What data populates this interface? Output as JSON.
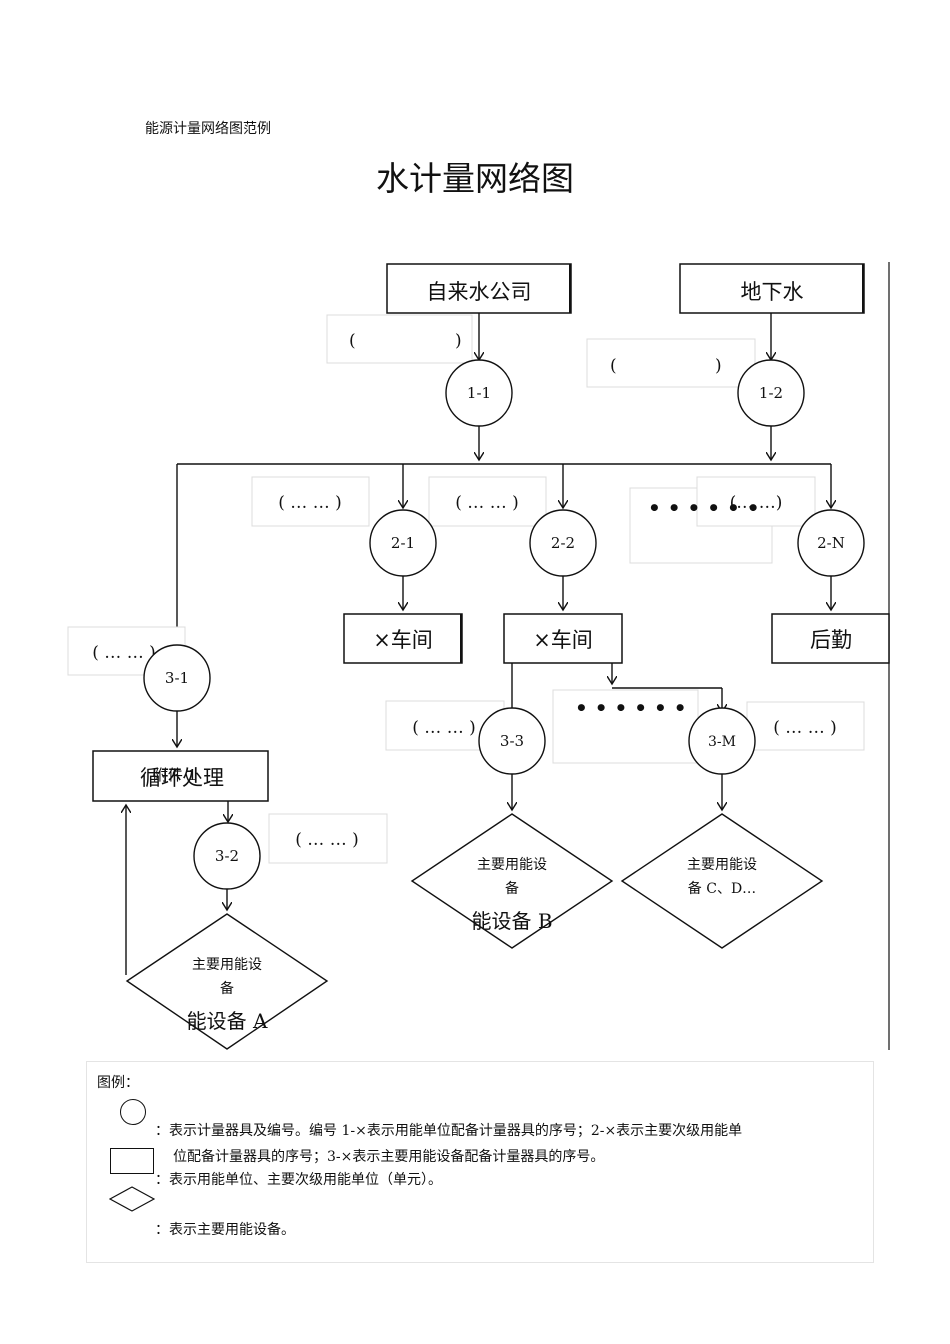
{
  "header": {
    "subtitle": "能源计量网络图范例",
    "title": "水计量网络图"
  },
  "sources": {
    "tap_water": "自来水公司",
    "groundwater": "地下水"
  },
  "meters": {
    "m1_1": "1-1",
    "m1_2": "1-2",
    "m2_1": "2-1",
    "m2_2": "2-2",
    "m2_n": "2-N",
    "m3_1": "3-1",
    "m3_2": "3-2",
    "m3_3": "3-3",
    "m3_m": "3-M"
  },
  "meter_notes": {
    "empty_paren_open": "(",
    "empty_paren_close": ")",
    "ellipsis": "( … … )",
    "ellipsis_partial": "(… …)",
    "dots": "• • •    • • •"
  },
  "units": {
    "workshop_1": "×车间",
    "workshop_2": "×车间",
    "logistics": "后勤",
    "circulation": "循环处理",
    "circulation_overlay": "附件 1"
  },
  "equipment": {
    "a_line1": "主要用能设",
    "a_line2": "备",
    "a_overlay": "能设备 A",
    "b_line1": "主要用能设",
    "b_line2": "备",
    "b_overlay": "能设备 B",
    "cd_line1": "主要用能设",
    "cd_line2": "备 C、D…"
  },
  "legend": {
    "heading": "图例：",
    "circle_desc_1": "：表示计量器具及编号。编号 1-×表示用能单位配备计量器具的序号；2-×表示主要次级用能单",
    "circle_desc_2": "位配备计量器具的序号；3-×表示主要用能设备配备计量器具的序号。",
    "rect_desc": "：表示用能单位、主要次级用能单位（单元）。",
    "diamond_desc": "：表示主要用能设备。"
  }
}
